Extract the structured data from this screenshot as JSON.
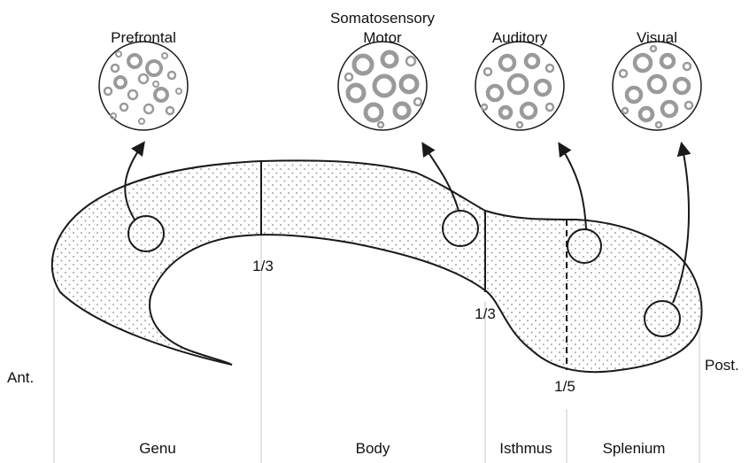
{
  "diagram": {
    "regions": [
      {
        "id": "prefrontal",
        "label": "Prefrontal"
      },
      {
        "id": "somatomotor",
        "label_line1": "Somatosensory",
        "label_line2": "Motor"
      },
      {
        "id": "auditory",
        "label": "Auditory"
      },
      {
        "id": "visual",
        "label": "Visual"
      }
    ],
    "boundaries": {
      "first": "1/3",
      "second": "1/3",
      "third": "1/5"
    },
    "orientation": {
      "anterior": "Ant.",
      "posterior": "Post."
    },
    "segments": [
      "Genu",
      "Body",
      "Isthmus",
      "Splenium"
    ]
  }
}
